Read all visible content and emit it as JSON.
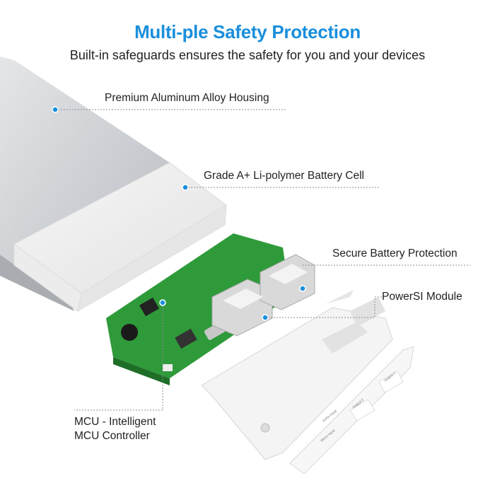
{
  "header": {
    "title": "Multi-ple Safety Protection",
    "subtitle": "Built-in safeguards ensures the safety for you and your devices"
  },
  "callouts": {
    "housing": "Premium Aluminum Alloy Housing",
    "battery": "Grade A+ Li-polymer Battery Cell",
    "protection": "Secure Battery Protection",
    "powersi": "PowerSI Module",
    "mcu_line1": "MCU - Intelligent",
    "mcu_line2": "MCU Controller"
  },
  "faceplate_labels": {
    "input_8pin": "8-Pin Input",
    "input_micro": "Micro Input",
    "output2": "Output 2",
    "output1": "Output 1"
  },
  "colors": {
    "accent": "#1a8fdc",
    "pcb": "#2f9a3a",
    "aluminum": "#cfd2d5"
  }
}
